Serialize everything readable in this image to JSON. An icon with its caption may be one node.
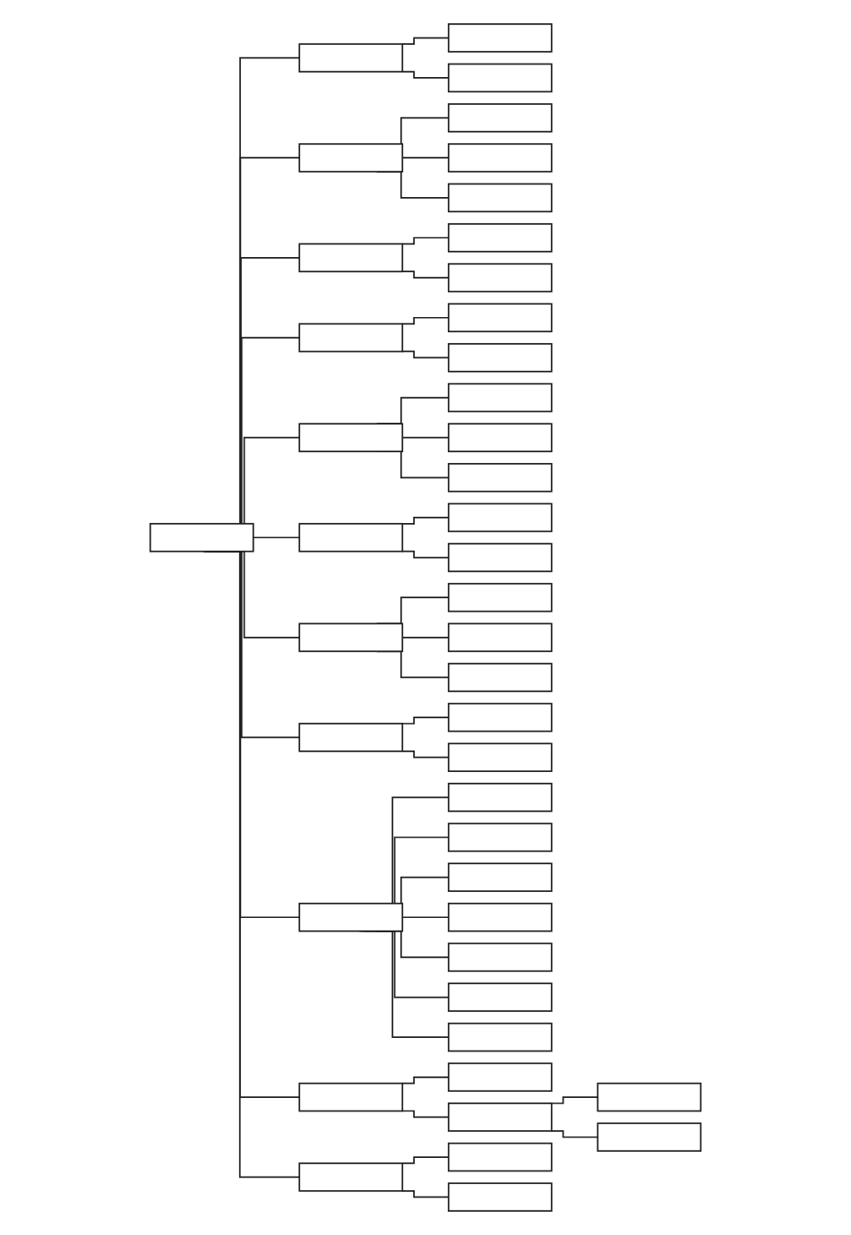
{
  "diagram": {
    "nodes": [
      {
        "text": [],
        "shape": "box"
      },
      {
        "text": [],
        "shape": "box"
      },
      {
        "text": [],
        "shape": "box"
      },
      {
        "text": [],
        "shape": "box"
      },
      {
        "text": [],
        "shape": "box"
      },
      {
        "text": [],
        "shape": "box"
      },
      {
        "text": [],
        "shape": "box"
      },
      {
        "text": [],
        "shape": "box"
      },
      {
        "text": [],
        "shape": "box"
      },
      {
        "text": [],
        "shape": "box"
      },
      {
        "text": [],
        "shape": "box"
      },
      {
        "text": [],
        "shape": "box"
      },
      {
        "text": [],
        "shape": "box"
      },
      {
        "text": [],
        "shape": "box"
      },
      {
        "text": [],
        "shape": "box"
      },
      {
        "text": [],
        "shape": "box"
      },
      {
        "text": [],
        "shape": "box"
      },
      {
        "text": [],
        "shape": "box"
      },
      {
        "text": [],
        "shape": "box"
      },
      {
        "text": [],
        "shape": "box"
      },
      {
        "text": [],
        "shape": "box"
      },
      {
        "text": [],
        "shape": "box"
      },
      {
        "text": [],
        "shape": "box"
      },
      {
        "text": [],
        "shape": "box"
      },
      {
        "text": [],
        "shape": "box"
      },
      {
        "text": [],
        "shape": "box"
      },
      {
        "text": [],
        "shape": "box"
      },
      {
        "text": [],
        "shape": "box"
      },
      {
        "text": [],
        "shape": "box"
      },
      {
        "text": [],
        "shape": "box"
      },
      {
        "text": [],
        "shape": "box"
      },
      {
        "text": [],
        "shape": "box"
      },
      {
        "text": [],
        "shape": "box"
      },
      {
        "text": [],
        "shape": "box"
      },
      {
        "text": [],
        "shape": "box"
      },
      {
        "text": [],
        "shape": "box"
      },
      {
        "text": [],
        "shape": "box"
      },
      {
        "text": [],
        "shape": "box"
      },
      {
        "text": [],
        "shape": "box"
      },
      {
        "text": [],
        "shape": "box"
      },
      {
        "text": [],
        "shape": "box"
      },
      {
        "text": [],
        "shape": "box"
      },
      {
        "text": [],
        "shape": "box"
      },
      {
        "text": [],
        "shape": "box"
      }
    ],
    "edges": [
      {
        "from": 0,
        "to": 1,
        "arrow": "none"
      },
      {
        "from": 1,
        "to": 2,
        "arrow": "none"
      },
      {
        "from": 1,
        "to": 3,
        "arrow": "none"
      },
      {
        "from": 0,
        "to": 4,
        "arrow": "none"
      },
      {
        "from": 4,
        "to": 5,
        "arrow": "none"
      },
      {
        "from": 4,
        "to": 6,
        "arrow": "none"
      },
      {
        "from": 4,
        "to": 7,
        "arrow": "none"
      },
      {
        "from": 0,
        "to": 8,
        "arrow": "none"
      },
      {
        "from": 8,
        "to": 9,
        "arrow": "none"
      },
      {
        "from": 8,
        "to": 10,
        "arrow": "none"
      },
      {
        "from": 0,
        "to": 11,
        "arrow": "none"
      },
      {
        "from": 11,
        "to": 12,
        "arrow": "none"
      },
      {
        "from": 11,
        "to": 13,
        "arrow": "none"
      },
      {
        "from": 0,
        "to": 14,
        "arrow": "none"
      },
      {
        "from": 14,
        "to": 15,
        "arrow": "none"
      },
      {
        "from": 14,
        "to": 16,
        "arrow": "none"
      },
      {
        "from": 14,
        "to": 17,
        "arrow": "none"
      },
      {
        "from": 0,
        "to": 18,
        "arrow": "none"
      },
      {
        "from": 18,
        "to": 19,
        "arrow": "none"
      },
      {
        "from": 18,
        "to": 20,
        "arrow": "none"
      },
      {
        "from": 0,
        "to": 21,
        "arrow": "none"
      },
      {
        "from": 21,
        "to": 22,
        "arrow": "none"
      },
      {
        "from": 21,
        "to": 23,
        "arrow": "none"
      },
      {
        "from": 21,
        "to": 24,
        "arrow": "none"
      },
      {
        "from": 0,
        "to": 25,
        "arrow": "none"
      },
      {
        "from": 25,
        "to": 26,
        "arrow": "none"
      },
      {
        "from": 25,
        "to": 27,
        "arrow": "none"
      },
      {
        "from": 0,
        "to": 28,
        "arrow": "none"
      },
      {
        "from": 28,
        "to": 29,
        "arrow": "none"
      },
      {
        "from": 28,
        "to": 30,
        "arrow": "none"
      },
      {
        "from": 28,
        "to": 31,
        "arrow": "none"
      },
      {
        "from": 28,
        "to": 32,
        "arrow": "none"
      },
      {
        "from": 28,
        "to": 33,
        "arrow": "none"
      },
      {
        "from": 28,
        "to": 34,
        "arrow": "none"
      },
      {
        "from": 28,
        "to": 35,
        "arrow": "none"
      },
      {
        "from": 0,
        "to": 36,
        "arrow": "none"
      },
      {
        "from": 36,
        "to": 37,
        "arrow": "none"
      },
      {
        "from": 36,
        "to": 38,
        "arrow": "none"
      },
      {
        "from": 38,
        "to": 39,
        "arrow": "none"
      },
      {
        "from": 38,
        "to": 40,
        "arrow": "none"
      },
      {
        "from": 0,
        "to": 41,
        "arrow": "none"
      },
      {
        "from": 41,
        "to": 42,
        "arrow": "none"
      },
      {
        "from": 41,
        "to": 43,
        "arrow": "none"
      }
    ]
  }
}
